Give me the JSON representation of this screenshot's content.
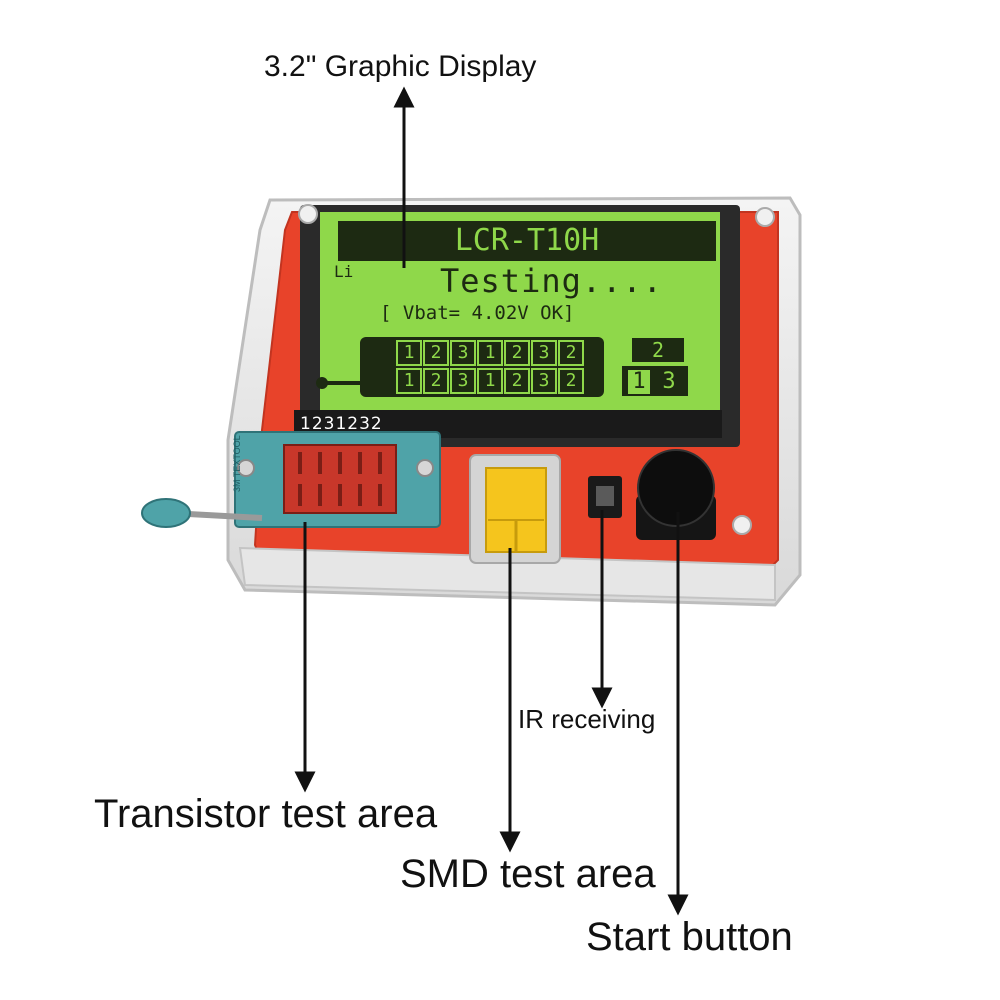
{
  "callouts": {
    "display": "3.2\" Graphic Display",
    "transistor": "Transistor test area",
    "smd": "SMD test area",
    "ir": "IR receiving",
    "start": "Start button"
  },
  "lcd": {
    "title": "LCR-T10H",
    "side_mark": "Li",
    "status": "Testing....",
    "battery": "[ Vbat= 4.02V OK]",
    "pins_top": [
      "1",
      "2",
      "3",
      "1",
      "2",
      "3",
      "2"
    ],
    "pins_bottom": [
      "1",
      "2",
      "3",
      "1",
      "2",
      "3",
      "2"
    ],
    "pin_a": "2",
    "pin_b": "1",
    "pin_c": "3"
  },
  "device": {
    "pcb_label": "1231232",
    "socket_brand": "3M TEXTOOL"
  },
  "colors": {
    "lcd_green": "#8fd84a",
    "lcd_dark": "#1d2a12",
    "pcb_red": "#e8432a",
    "socket_teal": "#4fa3a8",
    "smd_yellow": "#f5c51d"
  }
}
